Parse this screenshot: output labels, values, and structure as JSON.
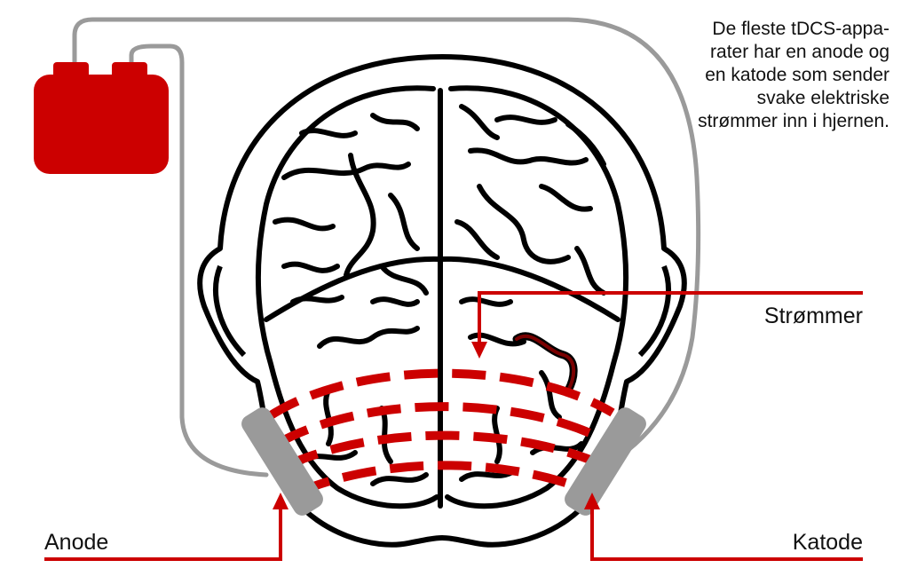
{
  "caption": {
    "lines": [
      "De fleste tDCS-appa-",
      "rater har en anode og",
      "en katode som sender",
      "svake elektriske",
      "strømmer inn i hjernen."
    ]
  },
  "labels": {
    "anode": "Anode",
    "katode": "Katode",
    "strommer": "Strømmer"
  },
  "colors": {
    "accent_red": "#cc0000",
    "outline": "#000000",
    "wire_gray": "#9a9a9a",
    "electrode_gray": "#9a9a9a",
    "highlight_fold": "#7a0000"
  }
}
